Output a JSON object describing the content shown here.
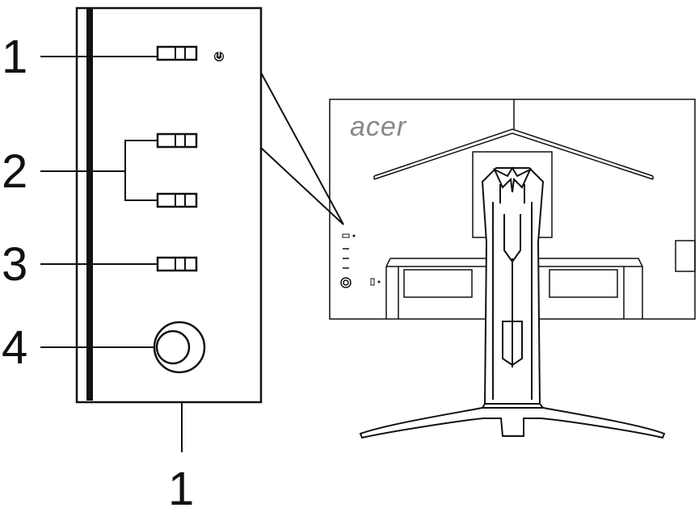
{
  "callouts": {
    "c1_top": "1",
    "c2": "2",
    "c3": "3",
    "c4": "4",
    "c1_bottom": "1"
  },
  "monitor": {
    "brand_logo": "acer"
  },
  "icons": {
    "power_symbol": "power-icon",
    "joystick": "joystick-icon",
    "kensington_lock": "lock-icon"
  },
  "colors": {
    "line": "#111111",
    "logo": "#888888",
    "background": "#ffffff"
  }
}
